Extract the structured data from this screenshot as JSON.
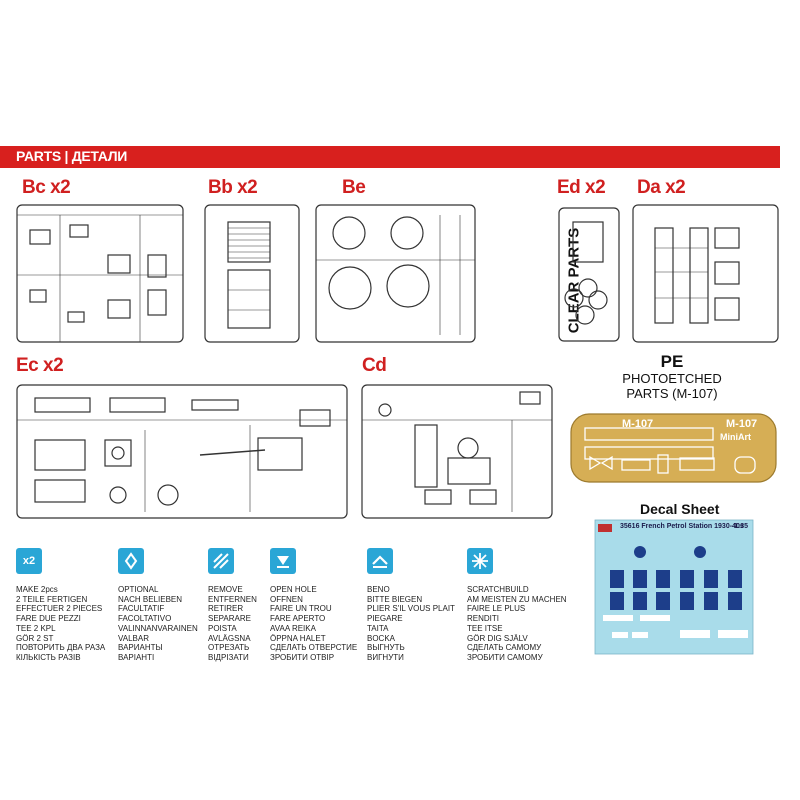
{
  "header": {
    "label": "PARTS | ДЕТАЛИ"
  },
  "sprues": [
    {
      "label": "Bc x2"
    },
    {
      "label": "Bb x2"
    },
    {
      "label": "Be"
    },
    {
      "label": "Ed x2"
    },
    {
      "label": "Da x2"
    },
    {
      "label": "Ec x2"
    },
    {
      "label": "Cd"
    }
  ],
  "clear_parts": {
    "label": "CLEAR PARTS"
  },
  "pe": {
    "title": "PE",
    "sub1": "PHOTOETCHED",
    "sub2": "PARTS (M-107)",
    "fret_code": "M-107",
    "fret_brand": "MiniArt"
  },
  "decal": {
    "title": "Decal Sheet",
    "sheet_header": "35616 French Petrol Station 1930-40s",
    "scale": "1:35",
    "color": "#a9dcea"
  },
  "legend": [
    {
      "icon": "x2-icon",
      "icon_text": "x2",
      "lines": [
        "MAKE 2pcs",
        "2 TEILE FERTIGEN",
        "EFFECTUER 2 PIECES",
        "FARE DUE PEZZI",
        "TEE 2 KPL",
        "GÖR 2 ST",
        "ПОВТОРИТЬ ДВА РАЗА",
        "КІЛЬКІСТЬ РАЗІВ"
      ]
    },
    {
      "icon": "optional-icon",
      "icon_text": "",
      "lines": [
        "OPTIONAL",
        "NACH BELIEBEN",
        "FACULTATIF",
        "FACOLTATIVO",
        "VALINNANVARAINEN",
        "VALBAR",
        "ВАРИАНТЫ",
        "ВАРІАНТІ"
      ]
    },
    {
      "icon": "remove-icon",
      "icon_text": "",
      "lines": [
        "REMOVE",
        "ENTFERNEN",
        "RETIRER",
        "SEPARARE",
        "POISTA",
        "AVLÄGSNA",
        "ОТРЕЗАТЬ",
        "ВІДРІЗАТИ"
      ]
    },
    {
      "icon": "open-hole-icon",
      "icon_text": "",
      "lines": [
        "OPEN  HOLE",
        "OFFNEN",
        "FAIRE UN TROU",
        "FARE APERTO",
        "AVAA REIKA",
        "ÖPPNA HALET",
        "СДЕЛАТЬ ОТВЕРСТИЕ",
        "ЗРОБИТИ ОТВІР"
      ]
    },
    {
      "icon": "bend-icon",
      "icon_text": "",
      "lines": [
        "BENO",
        "BITTE BIEGEN",
        "PLIER S'IL VOUS PLAIT",
        "PIEGARE",
        "TAITA",
        "BOCKA",
        "ВЫГНУТЬ",
        "ВИГНУТИ"
      ]
    },
    {
      "icon": "scratchbuild-icon",
      "icon_text": "",
      "lines": [
        "SCRATCHBUILD",
        "AM MEISTEN ZU MACHEN",
        "FAIRE LE PLUS",
        "RENDITI",
        "TEE ITSE",
        "GÖR DIG SJÄLV",
        "СДЕЛАТЬ САМОМУ",
        "ЗРОБИТИ САМОМУ"
      ]
    }
  ]
}
